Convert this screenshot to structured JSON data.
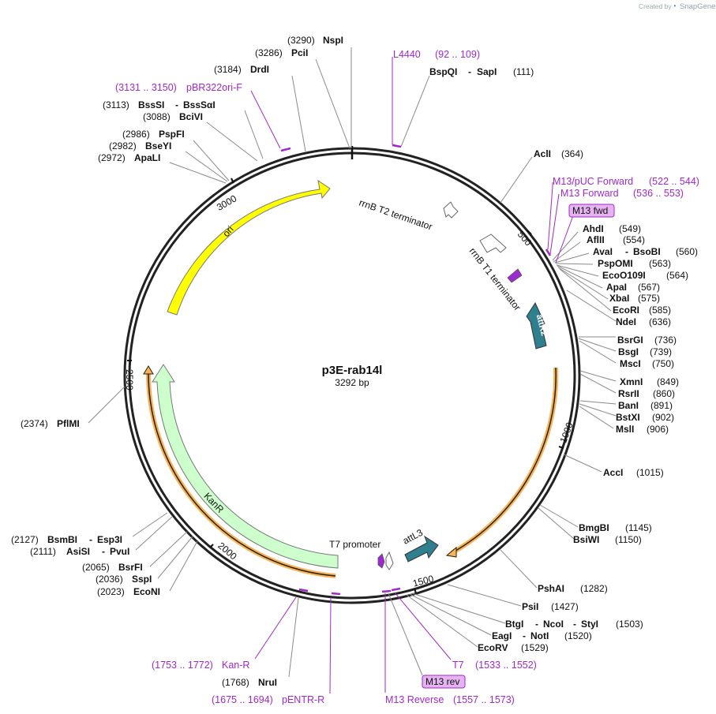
{
  "credit": {
    "prefix": "Created by",
    "brand": "SnapGene"
  },
  "plasmid": {
    "name": "p3E-rab14l",
    "size": "3292 bp"
  },
  "ruler": [
    "500",
    "1000",
    "1500",
    "2000",
    "2500",
    "3000"
  ],
  "sites": [
    {
      "name": "NspI",
      "pos": "(3290)"
    },
    {
      "name": "PciI",
      "pos": "(3286)"
    },
    {
      "name": "DrdI",
      "pos": "(3184)"
    },
    {
      "name": "BssSI",
      "name2": "BssSαI",
      "pos": "(3113)"
    },
    {
      "name": "BciVI",
      "pos": "(3088)"
    },
    {
      "name": "PspFI",
      "pos": "(2986)"
    },
    {
      "name": "BseYI",
      "pos": "(2982)"
    },
    {
      "name": "ApaLI",
      "pos": "(2972)"
    },
    {
      "name": "PflMI",
      "pos": "(2374)"
    },
    {
      "name": "BsmBI",
      "name2": "Esp3I",
      "pos": "(2127)"
    },
    {
      "name": "AsiSI",
      "name2": "PvuI",
      "pos": "(2111)"
    },
    {
      "name": "BsrFI",
      "pos": "(2065)"
    },
    {
      "name": "SspI",
      "pos": "(2036)"
    },
    {
      "name": "EcoNI",
      "pos": "(2023)"
    },
    {
      "name": "NruI",
      "pos": "(1768)"
    },
    {
      "name": "BspQI",
      "name2": "SapI",
      "pos": "(111)"
    },
    {
      "name": "AclI",
      "pos": "(364)"
    },
    {
      "name": "AhdI",
      "pos": "(549)"
    },
    {
      "name": "AflII",
      "pos": "(554)"
    },
    {
      "name": "AvaI",
      "name2": "BsoBI",
      "pos": "(560)"
    },
    {
      "name": "PspOMI",
      "pos": "(563)"
    },
    {
      "name": "EcoO109I",
      "pos": "(564)"
    },
    {
      "name": "ApaI",
      "pos": "(567)"
    },
    {
      "name": "XbaI",
      "pos": "(575)"
    },
    {
      "name": "EcoRI",
      "pos": "(585)"
    },
    {
      "name": "NdeI",
      "pos": "(636)"
    },
    {
      "name": "BsrGI",
      "pos": "(736)"
    },
    {
      "name": "BsgI",
      "pos": "(739)"
    },
    {
      "name": "MscI",
      "pos": "(750)"
    },
    {
      "name": "XmnI",
      "pos": "(849)"
    },
    {
      "name": "RsrII",
      "pos": "(860)"
    },
    {
      "name": "BanI",
      "pos": "(891)"
    },
    {
      "name": "BstXI",
      "pos": "(902)"
    },
    {
      "name": "MslI",
      "pos": "(906)"
    },
    {
      "name": "AccI",
      "pos": "(1015)"
    },
    {
      "name": "BmgBI",
      "pos": "(1145)"
    },
    {
      "name": "BsiWI",
      "pos": "(1150)"
    },
    {
      "name": "PshAI",
      "pos": "(1282)"
    },
    {
      "name": "PsiI",
      "pos": "(1427)"
    },
    {
      "name": "BtgI",
      "name2": "NcoI",
      "name3": "StyI",
      "pos": "(1503)"
    },
    {
      "name": "EagI",
      "name2": "NotI",
      "pos": "(1520)"
    },
    {
      "name": "EcoRV",
      "pos": "(1529)"
    }
  ],
  "primers": [
    {
      "name": "L4440",
      "pos": "(92 .. 109)"
    },
    {
      "name": "pBR322ori-F",
      "pos": "(3131 .. 3150)"
    },
    {
      "name": "M13/pUC Forward",
      "pos": "(522 .. 544)"
    },
    {
      "name": "M13 Forward",
      "pos": "(536 .. 553)"
    },
    {
      "name": "Kan-R",
      "pos": "(1753 .. 1772)"
    },
    {
      "name": "pENTR-R",
      "pos": "(1675 .. 1694)"
    },
    {
      "name": "M13 Reverse",
      "pos": "(1557 .. 1573)"
    },
    {
      "name": "T7",
      "pos": "(1533 .. 1552)"
    }
  ],
  "badges": [
    "M13 fwd",
    "M13 rev"
  ],
  "features": [
    "ori",
    "rrnB T2 terminator",
    "rrnB T1 terminator",
    "attR2",
    "KanR",
    "T7 promoter",
    "attL3"
  ],
  "colors": {
    "ori": "#ffff00",
    "kanr": "#ccffcc",
    "attr": "#2f7f8f",
    "primer": "#a029c8",
    "orange": "#f6b35c",
    "badge_fill": "#e4b3f0"
  }
}
